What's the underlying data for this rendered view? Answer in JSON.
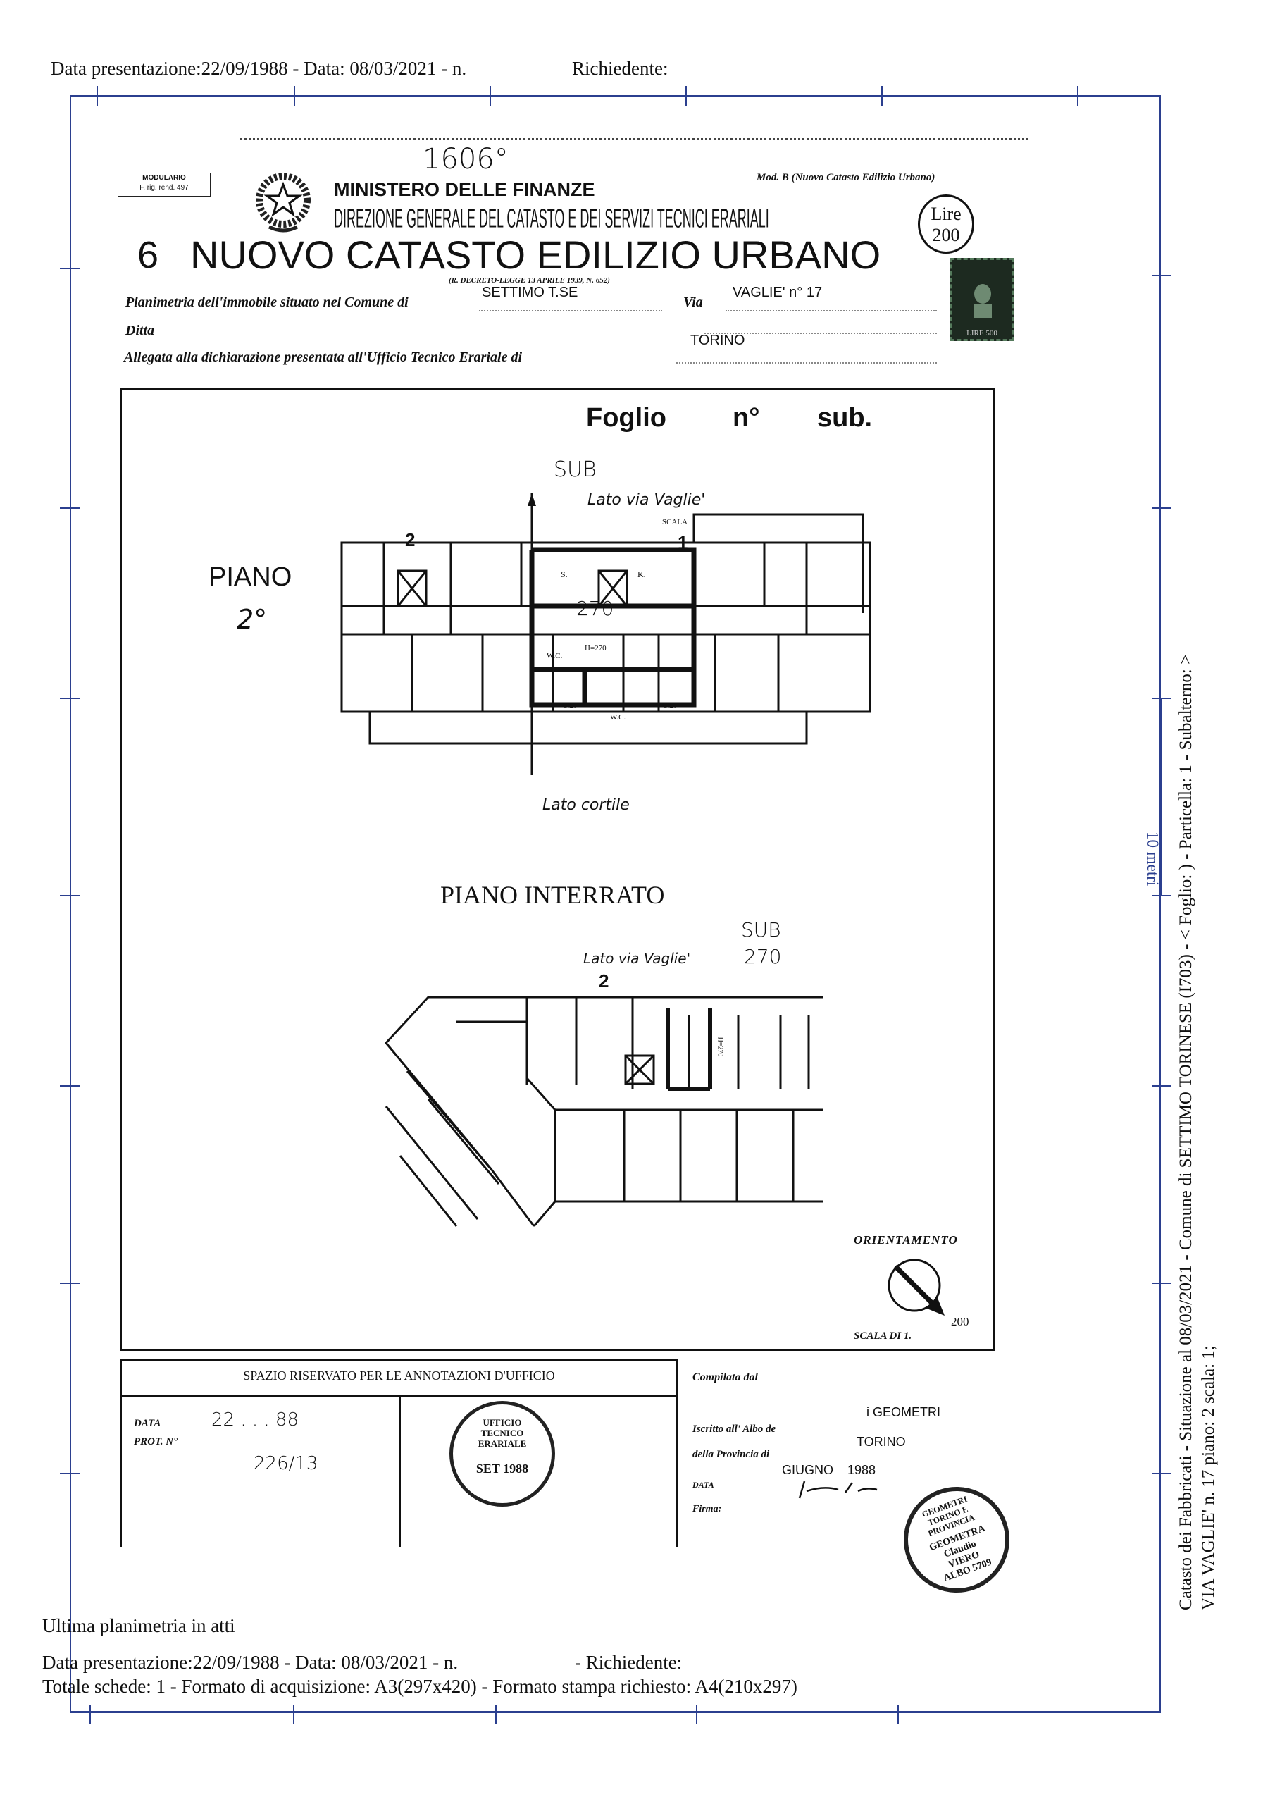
{
  "header": {
    "top_line_left": "Data presentazione:22/09/1988 - Data: 08/03/2021 - n.",
    "top_line_right": "Richiedente:"
  },
  "form": {
    "handwritten_number": "1606°",
    "modulario": "MODULARIO",
    "modulario_sub": "F. rig. rend. 497",
    "ministry": "MINISTERO DELLE FINANZE",
    "direction": "DIREZIONE GENERALE DEL CATASTO E DEI SERVIZI TECNICI ERARIALI",
    "model": "Mod. B (Nuovo Catasto Edilizio Urbano)",
    "stamp_value_label": "Lire",
    "stamp_value": "200",
    "sheet_number": "6",
    "title": "NUOVO CATASTO EDILIZIO URBANO",
    "decree": "(R. DECRETO-LEGGE 13 APRILE 1939, N. 652)",
    "planimetria_label": "Planimetria dell'immobile situato nel Comune di",
    "comune_value": "SETTIMO  T.SE",
    "via_label": "Via",
    "via_value": "VAGLIE'  n° 17",
    "ditta_label": "Ditta",
    "allegata_label": "Allegata alla dichiarazione presentata all'Ufficio Tecnico Erariale di",
    "ufficio_value": "TORINO",
    "revenue_stamp_text": "LIRE 500"
  },
  "drawing": {
    "foglio_label": "Foglio",
    "numero_label": "n°",
    "sub_label": "sub.",
    "floor2": {
      "sub_note": "SUB",
      "street_side": "Lato via Vaglie'",
      "scala": "SCALA",
      "stair_left": "2",
      "stair_right": "1",
      "title": "PIANO",
      "floor_number": "2°",
      "unit": "270",
      "room_s": "S.",
      "room_k": "K.",
      "room_wc": "W.C.",
      "height": "H=270",
      "room_cl1": "C.L.",
      "room_wc2": "W.C.",
      "room_cl2": "C.L.",
      "courtyard_side": "Lato cortile"
    },
    "basement": {
      "title": "PIANO  INTERRATO",
      "sub_note": "SUB",
      "unit": "270",
      "street_side": "Lato via Vaglie'",
      "stair": "2",
      "height": "H=270"
    },
    "orientation_label": "ORIENTAMENTO",
    "scale_label": "SCALA DI 1.",
    "scale_value": "200"
  },
  "office": {
    "heading": "SPAZIO RISERVATO PER LE ANNOTAZIONI D'UFFICIO",
    "data_label": "DATA",
    "data_value": "22 . . . 88",
    "prot_label": "PROT. N°",
    "prot_value": "226/13",
    "stamp_text": "UFFICIO TECNICO ERARIALE",
    "stamp_center": "SET 1988"
  },
  "compiler": {
    "compilata_label": "Compilata dal",
    "albo_label": "Iscritto all' Albo de",
    "albo_value": "i  GEOMETRI",
    "provincia_label": "della Provincia di",
    "provincia_value": "TORINO",
    "date_value": "GIUGNO    1988",
    "data_label": "DATA",
    "firma_label": "Firma:",
    "stamp_text": "GEOMETRI TORINO E PROVINCIA",
    "stamp_center": "GEOMETRA Claudio VIERO ALBO 5709"
  },
  "footer": {
    "last_plan": "Ultima planimetria in atti",
    "line1_left": "Data presentazione:22/09/1988 - Data: 08/03/2021 - n.",
    "line1_right": "- Richiedente:",
    "line2": "Totale schede: 1 - Formato di acquisizione: A3(297x420)  - Formato stampa richiesto: A4(210x297)"
  },
  "side": {
    "line1": "Catasto dei Fabbricati - Situazione al 08/03/2021 - Comune di SETTIMO TORINESE (I703) - < Foglio:   ) - Particella:  1 - Subalterno:  >",
    "line2": "VIA VAGLIE' n. 17 piano: 2 scala: 1;",
    "scale_bar": "10 metri"
  }
}
